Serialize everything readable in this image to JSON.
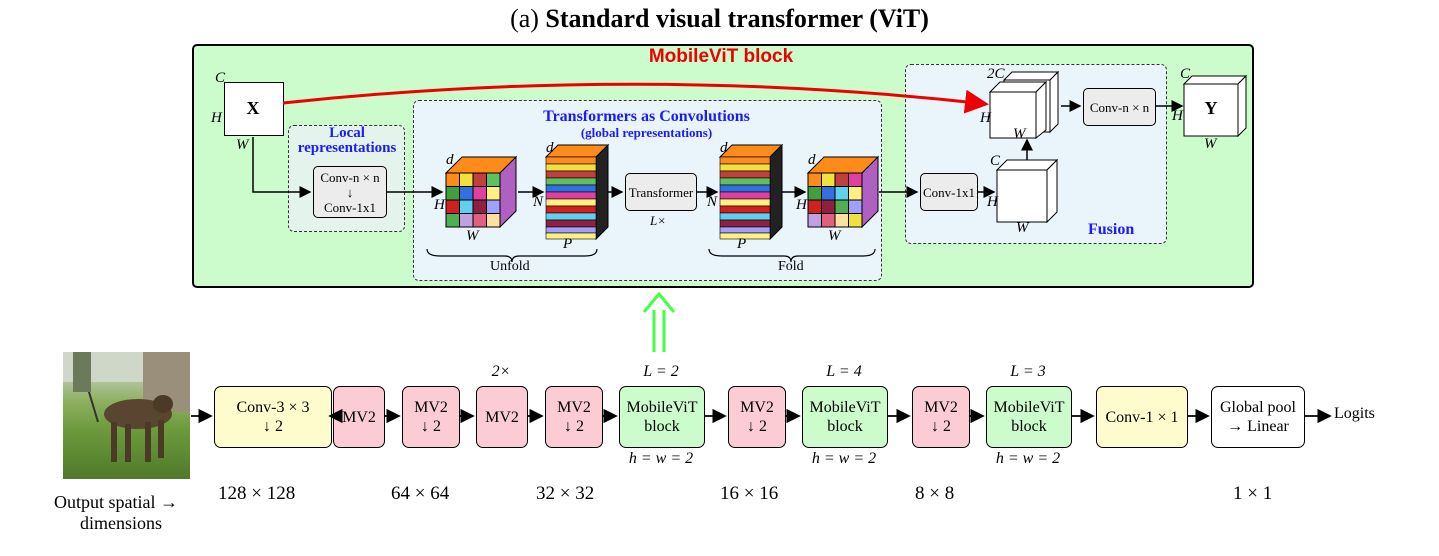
{
  "title": {
    "prefix": "(a) ",
    "bold": "Standard visual transformer (ViT)"
  },
  "block": {
    "title": "MobileViT block",
    "local": {
      "title": "Local representations",
      "conv_top": "Conv-n × n",
      "arrow": "↓",
      "conv_bottom": "Conv-1x1"
    },
    "tac": {
      "title": "Transformers as Convolutions",
      "subtitle": "(global representations)",
      "transformer": "Transformer",
      "repeat": "L×",
      "unfold": "Unfold",
      "fold": "Fold"
    },
    "fusion": {
      "title": "Fusion",
      "conv1": "Conv-1x1",
      "convn": "Conv-n × n"
    },
    "input_label": "X",
    "output_label": "Y",
    "axis": {
      "c": "C",
      "c2": "2C",
      "h": "H",
      "w": "W",
      "d": "d",
      "n": "N",
      "p": "P"
    }
  },
  "pipeline": {
    "stages": [
      {
        "top": "",
        "line1": "Conv-3 × 3",
        "line2": "↓ 2",
        "bottom": "",
        "kind": "conv"
      },
      {
        "top": "",
        "line1": "MV2",
        "line2": "",
        "bottom": "",
        "kind": "mv2"
      },
      {
        "top": "",
        "line1": "MV2",
        "line2": "↓ 2",
        "bottom": "",
        "kind": "mv2"
      },
      {
        "top": "2×",
        "line1": "MV2",
        "line2": "",
        "bottom": "",
        "kind": "mv2"
      },
      {
        "top": "",
        "line1": "MV2",
        "line2": "↓ 2",
        "bottom": "",
        "kind": "mv2"
      },
      {
        "top": "L = 2",
        "line1": "MobileViT",
        "line2": "block",
        "bottom": "h = w = 2",
        "kind": "vit"
      },
      {
        "top": "",
        "line1": "MV2",
        "line2": "↓ 2",
        "bottom": "",
        "kind": "mv2"
      },
      {
        "top": "L = 4",
        "line1": "MobileViT",
        "line2": "block",
        "bottom": "h = w = 2",
        "kind": "vit"
      },
      {
        "top": "",
        "line1": "MV2",
        "line2": "↓ 2",
        "bottom": "",
        "kind": "mv2"
      },
      {
        "top": "L = 3",
        "line1": "MobileViT",
        "line2": "block",
        "bottom": "h = w = 2",
        "kind": "vit"
      },
      {
        "top": "",
        "line1": "Conv-1 × 1",
        "line2": "",
        "bottom": "",
        "kind": "conv"
      },
      {
        "top": "",
        "line1": "Global pool",
        "line2": "→ Linear",
        "bottom": "",
        "kind": "pool"
      }
    ],
    "output": "Logits",
    "dims_label": "Output spatial →",
    "dims_label2": "dimensions",
    "dims": [
      "128 × 128",
      "64 × 64",
      "32 × 32",
      "16 × 16",
      "8 × 8",
      "1 × 1"
    ]
  },
  "colors": {
    "conv": "#fefccc",
    "mv2": "#fcccd4",
    "vit": "#ccfccc",
    "pool": "#ffffff",
    "panel": "#ccfccc",
    "tac": "#eaf4fb",
    "red": "#ee0000",
    "green_arrow": "#44ff44"
  }
}
